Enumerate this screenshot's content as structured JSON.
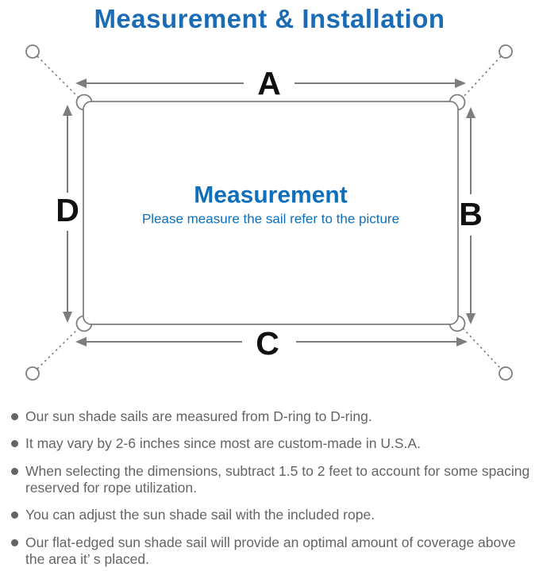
{
  "title": "Measurement & Installation",
  "diagram": {
    "label_a": "A",
    "label_b": "B",
    "label_c": "C",
    "label_d": "D",
    "center_title": "Measurement",
    "center_subtitle": "Please measure the sail refer to the picture"
  },
  "notes": [
    "Our sun shade sails are measured from D-ring to D-ring.",
    "It may vary by 2-6 inches since most are custom-made in U.S.A.",
    "When selecting the dimensions, subtract 1.5 to 2 feet to account for some spacing reserved for rope utilization.",
    "You can adjust the sun shade sail with the included rope.",
    "Our flat-edged sun shade sail will provide an optimal amount of coverage above the area it’ s placed."
  ],
  "colors": {
    "title_blue": "#1b6cb4",
    "center_blue": "#0e6fba",
    "line_gray": "#7d7d7d",
    "label_black": "#111111",
    "note_gray": "#646464"
  }
}
